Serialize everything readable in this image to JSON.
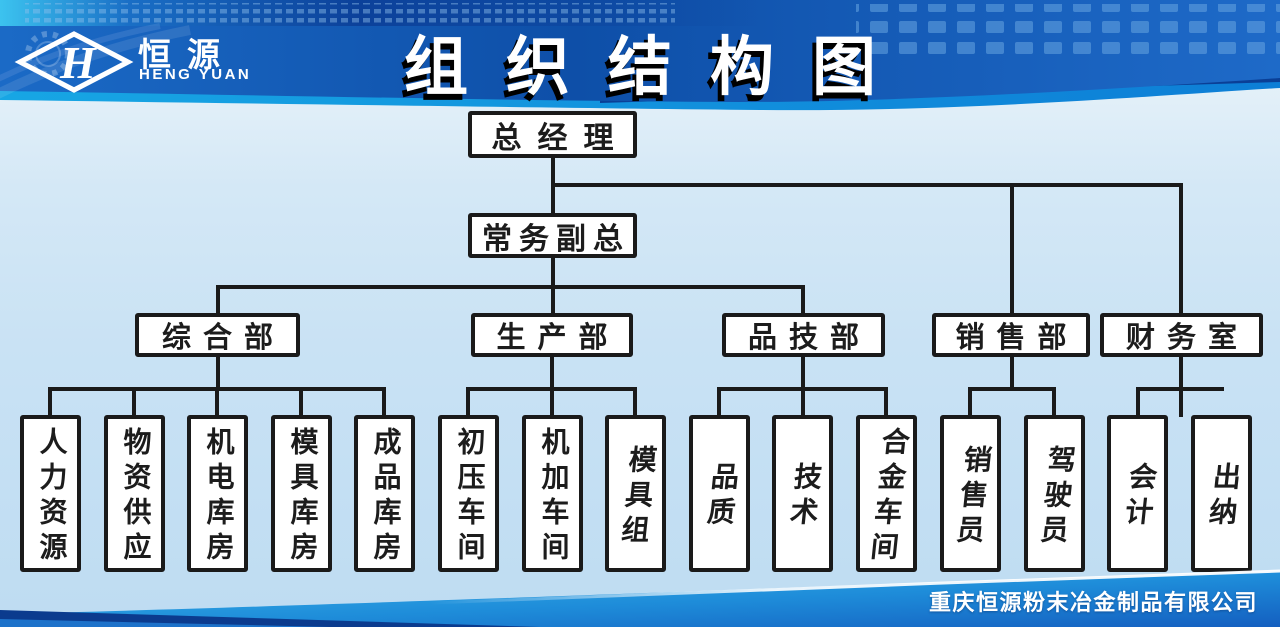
{
  "header": {
    "title": "组织结构图",
    "logo": {
      "monogram": "H",
      "name_cn": "恒源",
      "name_en": "HENG YUAN"
    }
  },
  "org": {
    "root": "总经理",
    "deputy": "常务副总",
    "departments": [
      "综合部",
      "生产部",
      "品技部",
      "销售部",
      "财务室"
    ],
    "units": {
      "comprehensive": [
        "人力资源",
        "物资供应",
        "机电库房",
        "模具库房",
        "成品库房"
      ],
      "production": [
        "初压车间",
        "机加车间",
        "模具组"
      ],
      "quality_tech": [
        "品质",
        "技术",
        "合金车间"
      ],
      "sales": [
        "销售员",
        "驾驶员"
      ],
      "finance": [
        "会计",
        "出纳"
      ]
    }
  },
  "footer": {
    "company": "重庆恒源粉末冶金制品有限公司"
  },
  "colors": {
    "header_blue": "#0e4fa8",
    "band_cyan": "#29abe2",
    "navy": "#0b3b8e",
    "bottom_blue": "#1d72ca",
    "line_black": "#1a1a1a",
    "box_white": "#ffffff",
    "bg_light_blue": "#cfe5f5"
  }
}
